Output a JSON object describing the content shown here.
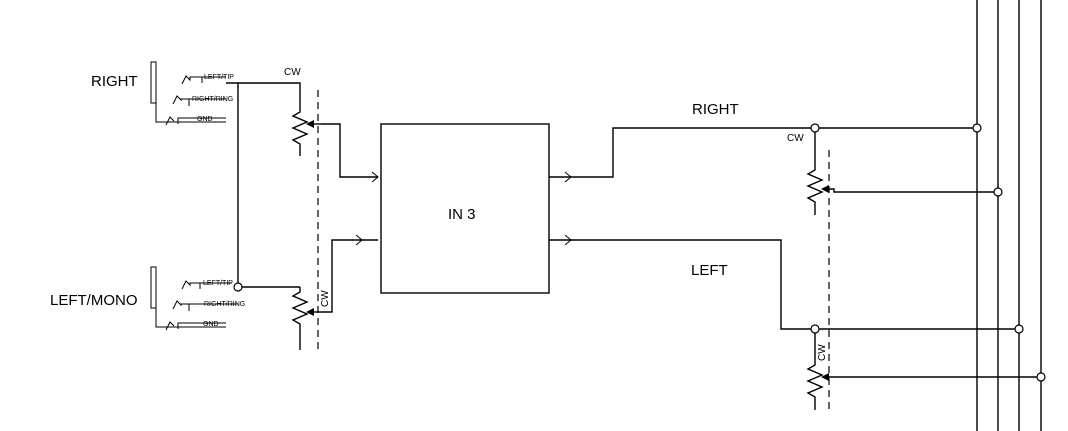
{
  "labels": {
    "jack_right": "RIGHT",
    "jack_left": "LEFT/MONO",
    "tip": "LEFT/TIP",
    "ring": "RIGHT/RING",
    "gnd": "GND",
    "cw": "CW",
    "block": "IN 3",
    "out_right": "RIGHT",
    "out_left": "LEFT"
  }
}
